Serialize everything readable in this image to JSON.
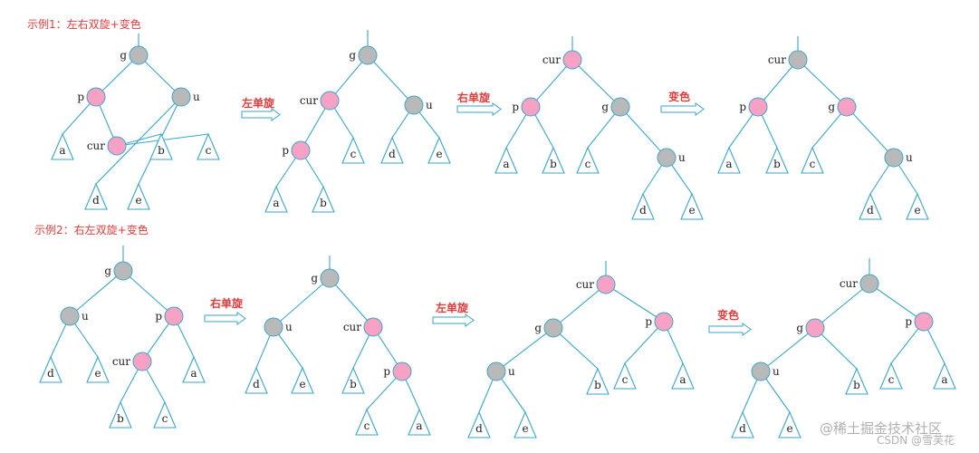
{
  "headings": {
    "example1": "示例1：左右双旋+变色",
    "example2": "示例2：右左双旋+变色"
  },
  "operations": {
    "row1": [
      "左单旋",
      "右单旋",
      "变色"
    ],
    "row2": [
      "右单旋",
      "左单旋",
      "变色"
    ]
  },
  "colors": {
    "red_node": "#f7a1c4",
    "black_node": "#b9b9b9",
    "edge": "#3aa6c9",
    "heading_text": "#e23b3b"
  },
  "trees": [
    {
      "id": "r1s1",
      "nodes": [
        {
          "id": "g",
          "label": "g",
          "color": "black"
        },
        {
          "id": "p",
          "label": "p",
          "color": "red",
          "parent": "g"
        },
        {
          "id": "u",
          "label": "u",
          "color": "black",
          "parent": "g"
        },
        {
          "id": "cur",
          "label": "cur",
          "color": "red",
          "parent": "p"
        }
      ],
      "subtrees": [
        {
          "label": "a",
          "parent": "p"
        },
        {
          "label": "b",
          "parent": "cur"
        },
        {
          "label": "c",
          "parent": "cur"
        },
        {
          "label": "d",
          "parent": "u"
        },
        {
          "label": "e",
          "parent": "u"
        }
      ]
    },
    {
      "id": "r1s2",
      "nodes": [
        {
          "id": "g",
          "label": "g",
          "color": "black"
        },
        {
          "id": "cur",
          "label": "cur",
          "color": "red",
          "parent": "g"
        },
        {
          "id": "u",
          "label": "u",
          "color": "black",
          "parent": "g"
        },
        {
          "id": "p",
          "label": "p",
          "color": "red",
          "parent": "cur"
        }
      ],
      "subtrees": [
        {
          "label": "a",
          "parent": "p"
        },
        {
          "label": "b",
          "parent": "p"
        },
        {
          "label": "c",
          "parent": "cur"
        },
        {
          "label": "d",
          "parent": "u"
        },
        {
          "label": "e",
          "parent": "u"
        }
      ]
    },
    {
      "id": "r1s3",
      "nodes": [
        {
          "id": "cur",
          "label": "cur",
          "color": "red"
        },
        {
          "id": "p",
          "label": "p",
          "color": "red",
          "parent": "cur"
        },
        {
          "id": "g",
          "label": "g",
          "color": "black",
          "parent": "cur"
        },
        {
          "id": "u",
          "label": "u",
          "color": "black",
          "parent": "g"
        }
      ],
      "subtrees": [
        {
          "label": "a",
          "parent": "p"
        },
        {
          "label": "b",
          "parent": "p"
        },
        {
          "label": "c",
          "parent": "g"
        },
        {
          "label": "d",
          "parent": "u"
        },
        {
          "label": "e",
          "parent": "u"
        }
      ]
    },
    {
      "id": "r1s4",
      "nodes": [
        {
          "id": "cur",
          "label": "cur",
          "color": "black"
        },
        {
          "id": "p",
          "label": "p",
          "color": "red",
          "parent": "cur"
        },
        {
          "id": "g",
          "label": "g",
          "color": "red",
          "parent": "cur"
        },
        {
          "id": "u",
          "label": "u",
          "color": "black",
          "parent": "g"
        }
      ],
      "subtrees": [
        {
          "label": "a",
          "parent": "p"
        },
        {
          "label": "b",
          "parent": "p"
        },
        {
          "label": "c",
          "parent": "g"
        },
        {
          "label": "d",
          "parent": "u"
        },
        {
          "label": "e",
          "parent": "u"
        }
      ]
    },
    {
      "id": "r2s1",
      "nodes": [
        {
          "id": "g",
          "label": "g",
          "color": "black"
        },
        {
          "id": "u",
          "label": "u",
          "color": "black",
          "parent": "g"
        },
        {
          "id": "p",
          "label": "p",
          "color": "red",
          "parent": "g"
        },
        {
          "id": "cur",
          "label": "cur",
          "color": "red",
          "parent": "p"
        }
      ],
      "subtrees": [
        {
          "label": "d",
          "parent": "u"
        },
        {
          "label": "e",
          "parent": "u"
        },
        {
          "label": "a",
          "parent": "p"
        },
        {
          "label": "b",
          "parent": "cur"
        },
        {
          "label": "c",
          "parent": "cur"
        }
      ]
    },
    {
      "id": "r2s2",
      "nodes": [
        {
          "id": "g",
          "label": "g",
          "color": "black"
        },
        {
          "id": "u",
          "label": "u",
          "color": "black",
          "parent": "g"
        },
        {
          "id": "cur",
          "label": "cur",
          "color": "red",
          "parent": "g"
        },
        {
          "id": "p",
          "label": "p",
          "color": "red",
          "parent": "cur"
        }
      ],
      "subtrees": [
        {
          "label": "d",
          "parent": "u"
        },
        {
          "label": "e",
          "parent": "u"
        },
        {
          "label": "b",
          "parent": "cur"
        },
        {
          "label": "c",
          "parent": "p"
        },
        {
          "label": "a",
          "parent": "p"
        }
      ]
    },
    {
      "id": "r2s3",
      "nodes": [
        {
          "id": "cur",
          "label": "cur",
          "color": "red"
        },
        {
          "id": "g",
          "label": "g",
          "color": "black",
          "parent": "cur"
        },
        {
          "id": "p",
          "label": "p",
          "color": "red",
          "parent": "cur"
        },
        {
          "id": "u",
          "label": "u",
          "color": "black",
          "parent": "g"
        }
      ],
      "subtrees": [
        {
          "label": "b",
          "parent": "g"
        },
        {
          "label": "c",
          "parent": "p"
        },
        {
          "label": "a",
          "parent": "p"
        },
        {
          "label": "d",
          "parent": "u"
        },
        {
          "label": "e",
          "parent": "u"
        }
      ]
    },
    {
      "id": "r2s4",
      "nodes": [
        {
          "id": "cur",
          "label": "cur",
          "color": "black"
        },
        {
          "id": "g",
          "label": "g",
          "color": "red",
          "parent": "cur"
        },
        {
          "id": "p",
          "label": "p",
          "color": "red",
          "parent": "cur"
        },
        {
          "id": "u",
          "label": "u",
          "color": "black",
          "parent": "g"
        }
      ],
      "subtrees": [
        {
          "label": "b",
          "parent": "g"
        },
        {
          "label": "c",
          "parent": "p"
        },
        {
          "label": "a",
          "parent": "p"
        },
        {
          "label": "d",
          "parent": "u"
        },
        {
          "label": "e",
          "parent": "u"
        }
      ]
    }
  ],
  "watermark": {
    "brand": "@稀土掘金技术社区",
    "source": "CSDN @雪芙花"
  }
}
